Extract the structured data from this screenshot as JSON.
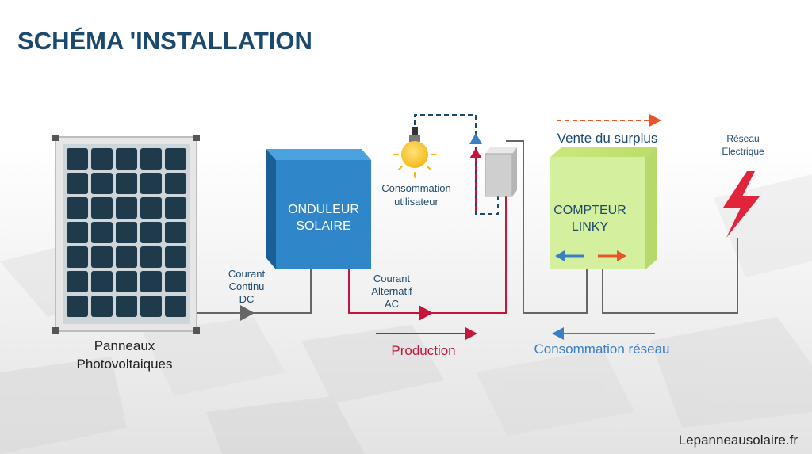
{
  "title": "SCHÉMA 'INSTALLATION",
  "panel": {
    "label_line1": "Panneaux",
    "label_line2": "Photovoltaiques"
  },
  "inverter": {
    "label_line1": "ONDULEUR",
    "label_line2": "SOLAIRE"
  },
  "meter": {
    "label_line1": "COMPTEUR",
    "label_line2": "LINKY"
  },
  "dc_label": {
    "line1": "Courant",
    "line2": "Continu",
    "line3": "DC"
  },
  "ac_label": {
    "line1": "Courant",
    "line2": "Alternatif",
    "line3": "AC"
  },
  "consumption_user": {
    "line1": "Consommation",
    "line2": "utilisateur"
  },
  "grid": {
    "line1": "Réseau",
    "line2": "Electrique"
  },
  "flows": {
    "surplus_sale": "Vente du surplus",
    "production": "Production",
    "grid_consumption": "Consommation réseau"
  },
  "brand": "Lepanneausolaire.fr",
  "colors": {
    "title": "#1c4a6e",
    "inverter": "#2f86c8",
    "meter": "#d4ef9d",
    "production": "#c4153a",
    "consumption": "#3a7fc4",
    "surplus": "#e8552b",
    "wire": "#666666",
    "lightning": "#e0243c",
    "bulb": "#f5b81c",
    "panel_cell": "#1f3a4a"
  }
}
